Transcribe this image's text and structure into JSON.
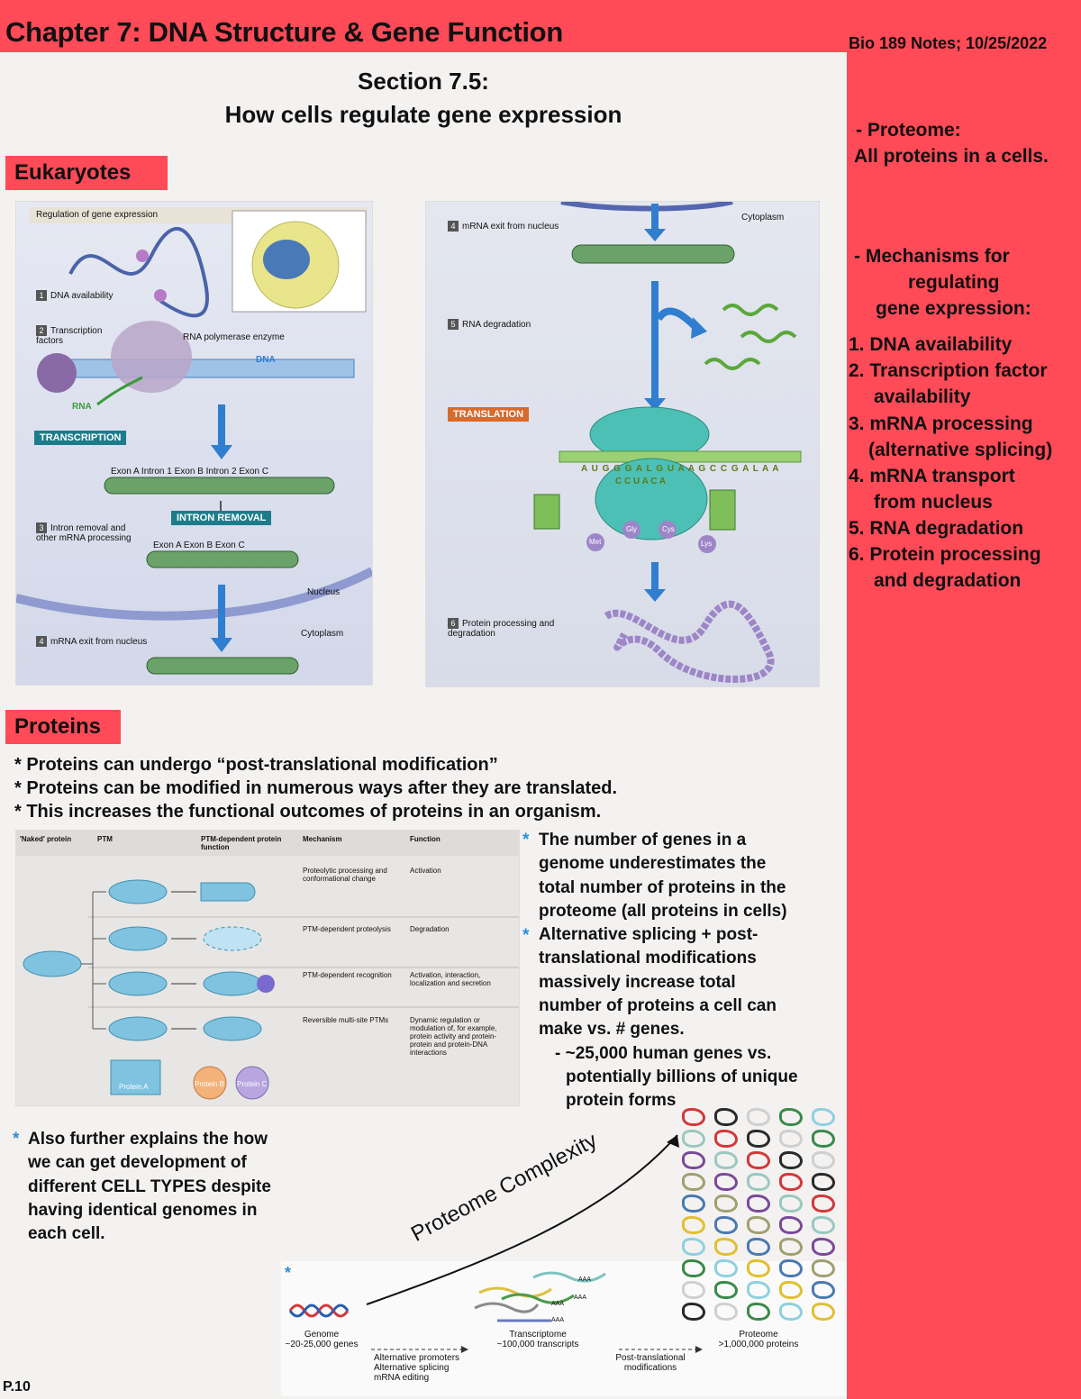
{
  "header": {
    "chapter": "Chapter 7: DNA Structure & Gene Function",
    "notes": "Bio 189 Notes; 10/25/2022",
    "section_line1": "Section 7.5:",
    "section_line2": "How cells regulate gene expression"
  },
  "tags": {
    "eukaryotes": "Eukaryotes",
    "proteins": "Proteins"
  },
  "sidebar": {
    "proteome_title": "- Proteome:",
    "proteome_def": "All proteins in a cells.",
    "mech_title_1": "-    Mechanisms for",
    "mech_title_2": "regulating",
    "mech_title_3": "gene expression:",
    "items": [
      "1. DNA availability",
      "2. Transcription factor",
      "availability",
      "3. mRNA processing",
      "(alternative splicing)",
      "4. mRNA transport",
      "from nucleus",
      "5. RNA degradation",
      "6. Protein processing",
      "and degradation"
    ]
  },
  "fig_left": {
    "title": "Regulation of gene expression",
    "step1": "DNA availability",
    "step2": "Transcription factors",
    "rnapol": "RNA polymerase enzyme",
    "dna": "DNA",
    "rna": "RNA",
    "transcription": "TRANSCRIPTION",
    "exons_top": "Exon A   Intron 1  Exon B  Intron 2  Exon C",
    "intron_removal": "INTRON REMOVAL",
    "step3": "Intron removal and other mRNA processing",
    "exons_bottom": "Exon A   Exon B   Exon C",
    "nucleus": "Nucleus",
    "cytoplasm": "Cytoplasm",
    "step4": "mRNA exit from nucleus",
    "n1": "1",
    "n2": "2",
    "n3": "3",
    "n4": "4"
  },
  "fig_right": {
    "step4": "mRNA exit from nucleus",
    "cytoplasm": "Cytoplasm",
    "step5": "RNA degradation",
    "translation": "TRANSLATION",
    "codons": "A U G G G A L G U A A G C C G A L A A",
    "anticodon": "C C U A C A",
    "gly": "Gly",
    "cys": "Cys",
    "met": "Met",
    "lys": "Lys",
    "step6": "Protein processing and degradation",
    "n4": "4",
    "n5": "5",
    "n6": "6"
  },
  "proteins_bullets": [
    "* Proteins can undergo “post-translational modification”",
    "* Proteins can be modified in numerous ways after they are translated.",
    "* This increases the functional outcomes of proteins in an organism."
  ],
  "ptm_table": {
    "headers": [
      "'Naked' protein",
      "PTM",
      "PTM-dependent protein function",
      "Mechanism",
      "Function"
    ],
    "rows": [
      {
        "mechanism": "Proteolytic processing and conformational change",
        "function": "Activation"
      },
      {
        "mechanism": "PTM-dependent proteolysis",
        "function": "Degradation"
      },
      {
        "mechanism": "PTM-dependent recognition",
        "function": "Activation, interaction, localization and secretion"
      },
      {
        "mechanism": "Reversible multi-site PTMs",
        "function": "Dynamic regulation or modulation of, for example, protein activity and protein-protein and protein-DNA interactions"
      }
    ],
    "protein_a": "Protein A",
    "protein_b": "Protein B",
    "protein_c": "Protein C"
  },
  "right_notes": {
    "para1": [
      "The number of genes in a",
      "genome underestimates the",
      "total number of proteins in the",
      "proteome (all proteins in cells)"
    ],
    "para2": [
      "Alternative splicing + post-",
      "translational modifications",
      "massively increase total",
      "number of proteins a cell can",
      "make vs. # genes."
    ],
    "sub": [
      "- ~25,000 human genes vs.",
      "potentially billions of unique",
      "protein forms"
    ]
  },
  "cell_types_note": [
    "Also further explains  the how",
    "we can get development of",
    "different CELL TYPES despite",
    "having identical genomes in",
    "each cell."
  ],
  "complexity": {
    "title": "Proteome Complexity",
    "genome": "Genome",
    "genome_count": "~20-25,000 genes",
    "transcriptome": "Transcriptome",
    "transcriptome_count": "~100,000 transcripts",
    "proteome": "Proteome",
    "proteome_count": ">1,000,000 proteins",
    "step1": [
      "Alternative promoters",
      "Alternative splicing",
      "mRNA editing"
    ],
    "step2": [
      "Post-translational",
      "modifications"
    ],
    "aaa": "AAA"
  },
  "page": "P.10",
  "colors": {
    "accent": "#ff4a57",
    "star": "#2c8fd6",
    "teal": "#1c7c8a",
    "orange": "#d86a2c"
  }
}
